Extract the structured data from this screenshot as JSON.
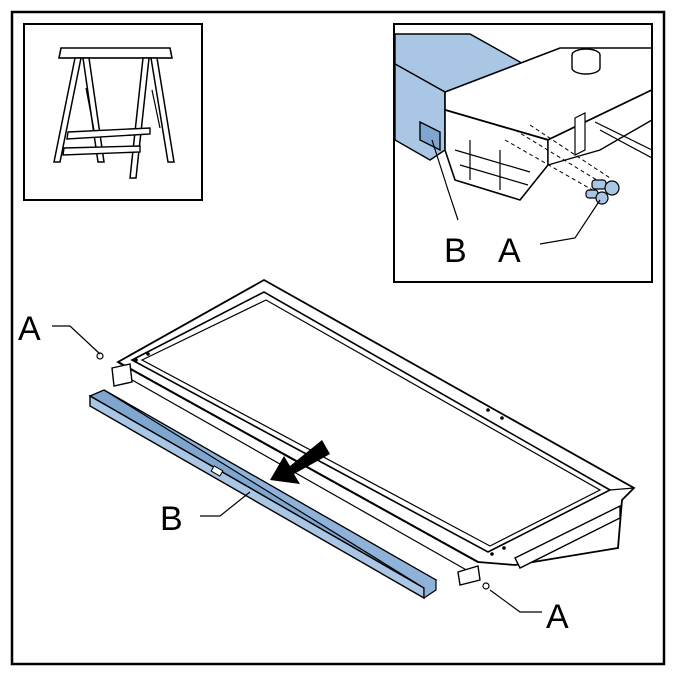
{
  "colors": {
    "border": "#000000",
    "highlight": "#a9c6e4",
    "highlight_dark": "#7fa6cf",
    "background": "#ffffff"
  },
  "labels": {
    "detail_b": "B",
    "detail_a": "A",
    "main_a_left": "A",
    "main_b": "B",
    "main_a_right": "A"
  },
  "icons": {
    "sawhorse": "sawhorse-icon",
    "arrow": "move-direction-arrow-icon"
  }
}
